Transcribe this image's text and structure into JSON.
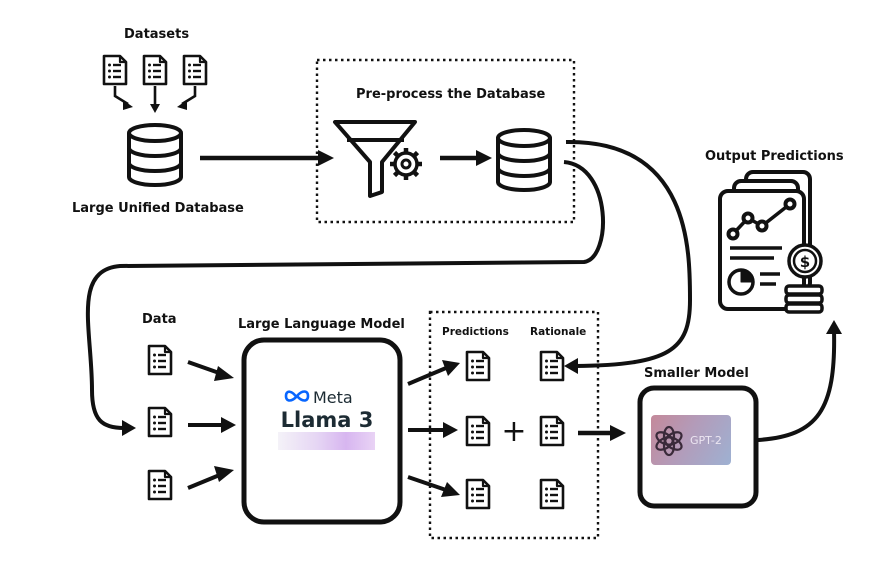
{
  "labels": {
    "datasets": "Datasets",
    "large_unified_database": "Large Unified Database",
    "preprocess": "Pre-process the Database",
    "output_predictions": "Output Predictions",
    "data": "Data",
    "large_language_model": "Large Language Model",
    "predictions": "Predictions",
    "rationale": "Rationale",
    "smaller_model": "Smaller Model"
  },
  "llm": {
    "brand": "Meta",
    "model": "Llama 3"
  },
  "small_model": {
    "name": "GPT-2"
  },
  "plus_sign": "+",
  "icons": {
    "document": "document-icon",
    "database": "database-icon",
    "funnel": "funnel-gear-icon",
    "report": "report-stack-icon",
    "meta_logo": "meta-logo-icon",
    "openai_logo": "openai-logo-icon"
  }
}
